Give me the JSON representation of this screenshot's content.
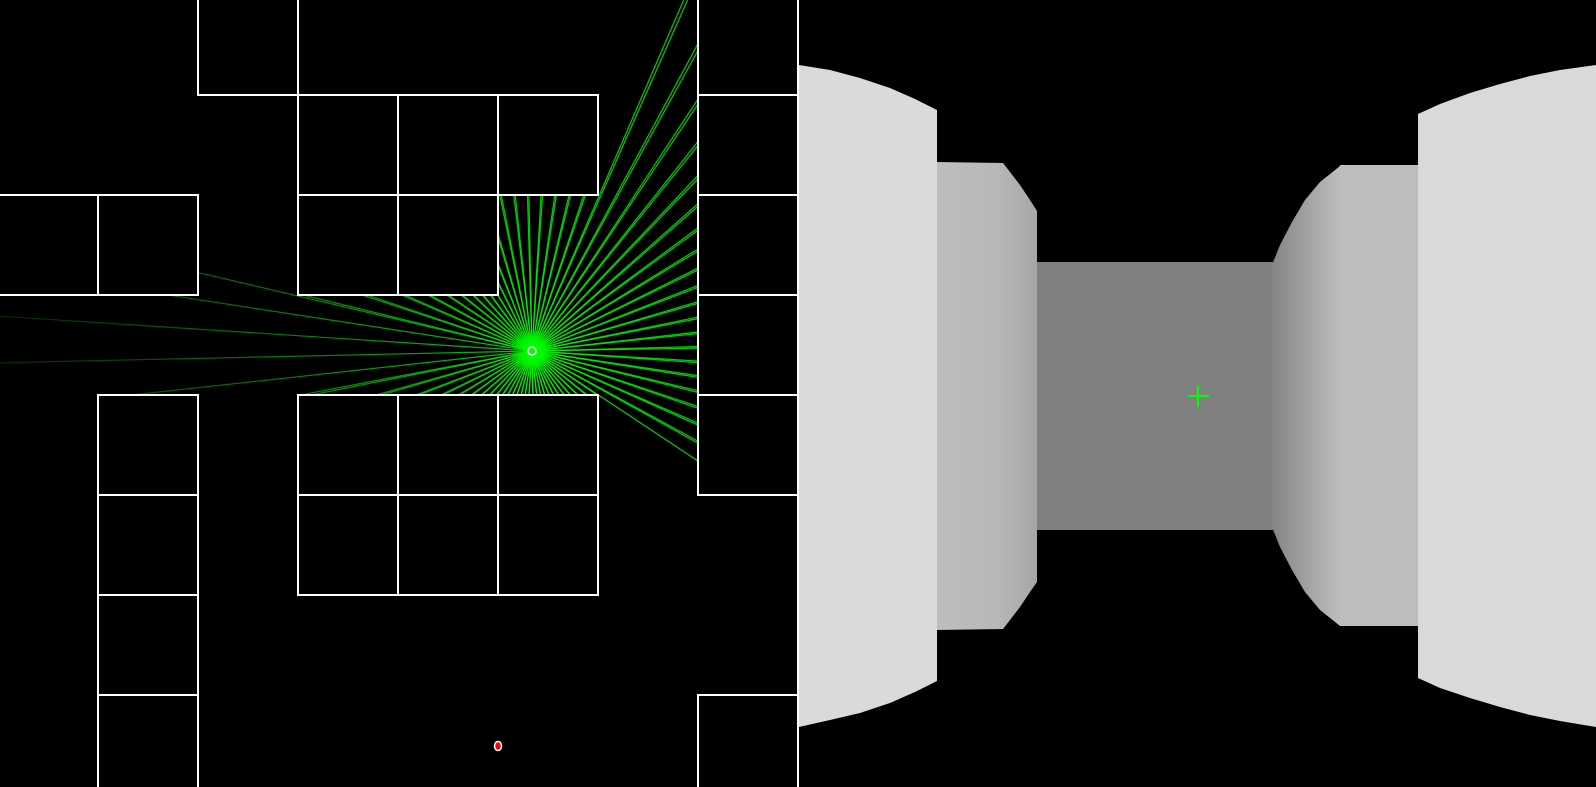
{
  "game": {
    "map": {
      "tiles": [
        "00100001",
        "00011101",
        "11011001",
        "00000001",
        "01011101",
        "01011100",
        "01000000",
        "01000001"
      ],
      "wall_outline_color": "#ffffff",
      "background_color": "#000000"
    },
    "player": {
      "marker_color": "#00ff00",
      "outline_color": "#ffffff",
      "facing": "west"
    },
    "target": {
      "marker_color": "#ff0000",
      "outline_color": "#ffffff"
    },
    "rays": {
      "near_color": "#00ff00",
      "far_color": "#003300"
    },
    "view3d": {
      "ceiling_color": "#000000",
      "floor_color": "#000000",
      "near_wall_color": "#dadada",
      "side_wall_color": "#bdbdbd",
      "far_wall_color": "#808080",
      "crosshair_color": "#00ff00"
    }
  }
}
